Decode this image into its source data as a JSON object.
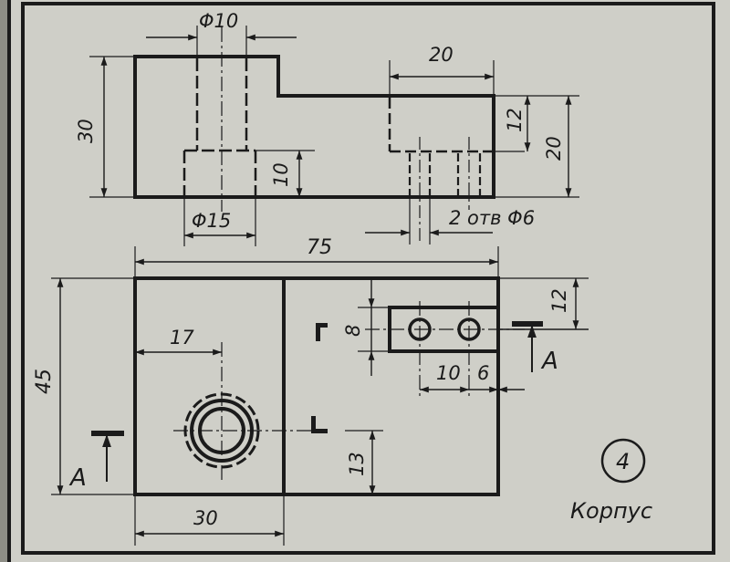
{
  "title": "Корпус",
  "sheet_number": "4",
  "section_label": "A",
  "colors": {
    "paper": "#cfcfc8",
    "ink": "#1b1b1b",
    "background": "#8e8e86"
  },
  "front_view": {
    "dims": {
      "bore_top": "Φ10",
      "counterbore": "Φ15",
      "overall_height": "30",
      "bore_depth": "10",
      "step_width": "20",
      "step_height": "12",
      "low_part_height": "20",
      "holes_note": "2 отв Φ6"
    }
  },
  "top_view": {
    "dims": {
      "overall_length": "75",
      "overall_width": "45",
      "bore_center_x": "17",
      "left_block_width": "30",
      "bore_center_y": "13",
      "boss_offset": "12",
      "boss_height": "8",
      "hole_spacing": "10",
      "hole_edge": "6"
    }
  }
}
